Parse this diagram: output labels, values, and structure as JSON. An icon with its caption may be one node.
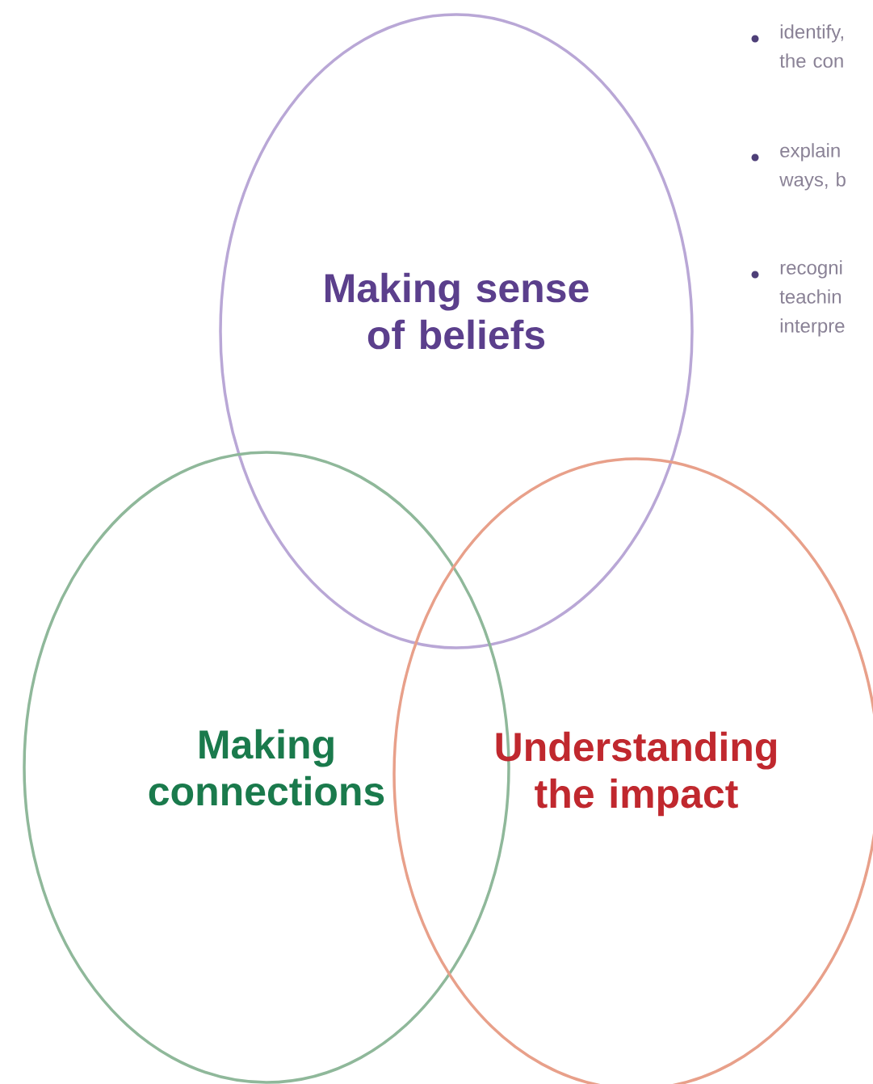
{
  "diagram": {
    "nodes": [
      {
        "text": [
          "Making sense of beliefs"
        ]
      },
      {
        "text": [
          "Making connections"
        ]
      },
      {
        "text": [
          "Understanding the impact"
        ]
      }
    ],
    "labels": [
      "identify, the con",
      "explain ways, b",
      "recogni teachin interpre"
    ]
  }
}
